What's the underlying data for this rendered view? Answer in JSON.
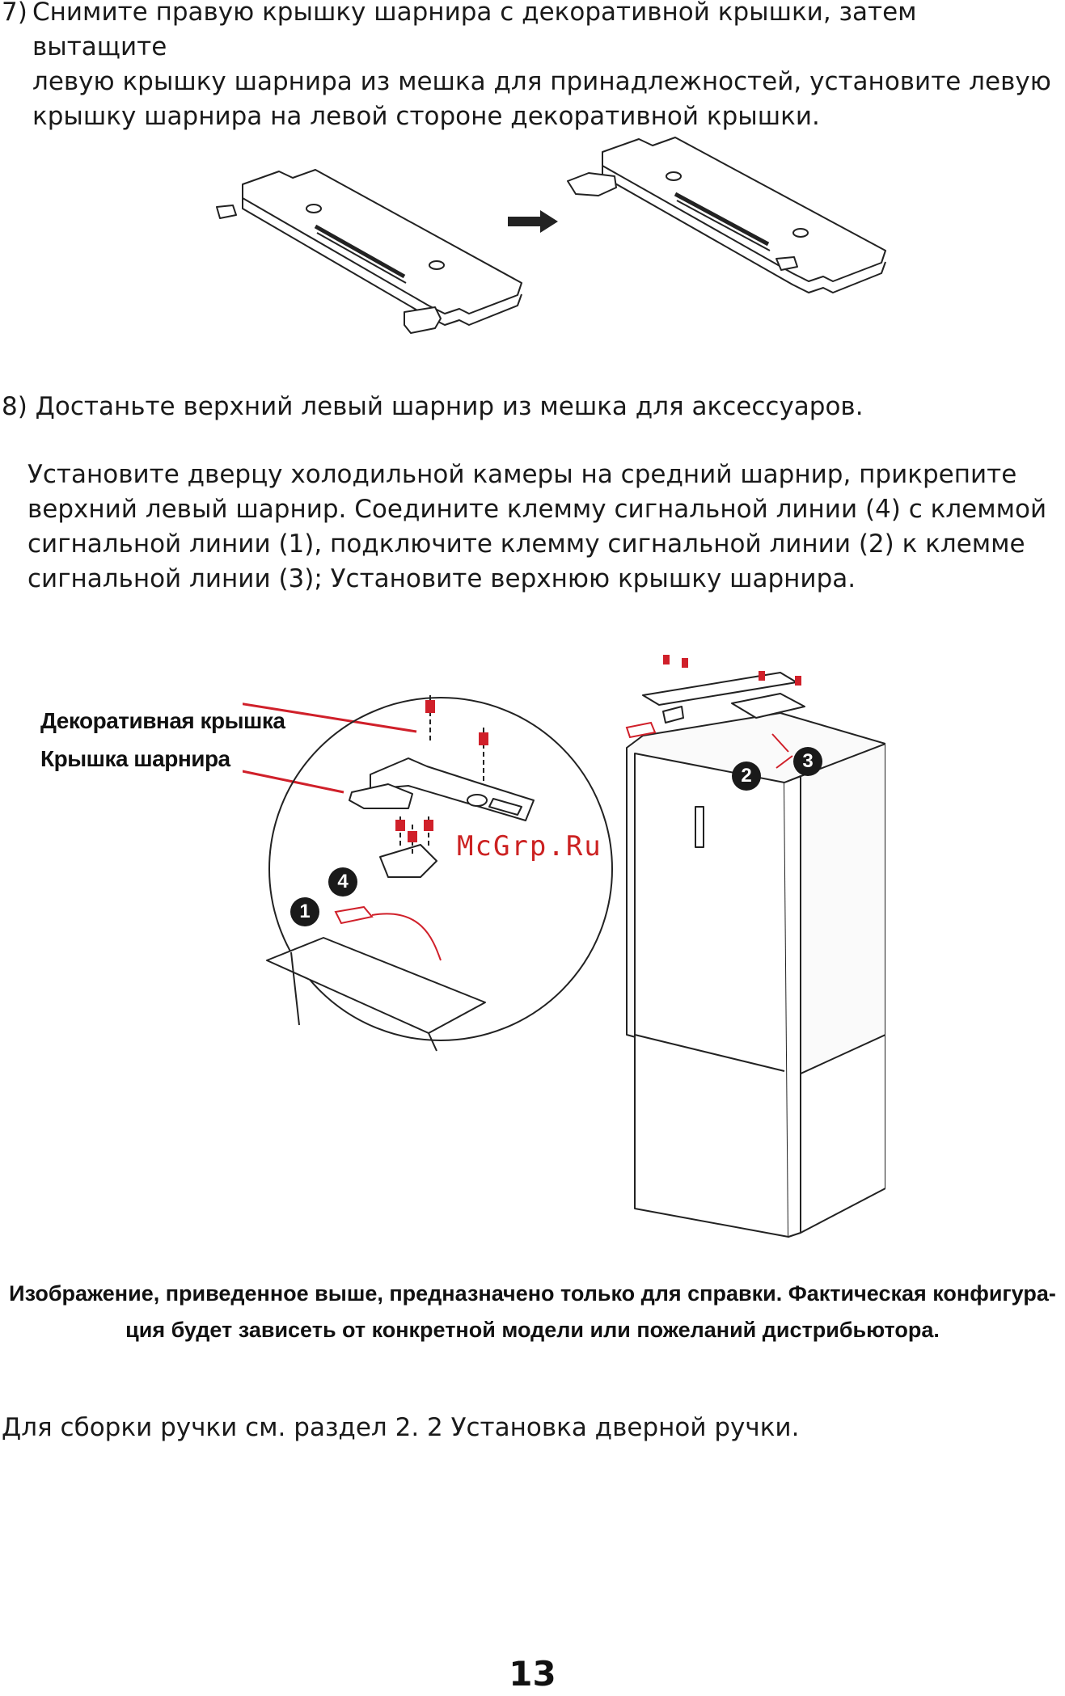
{
  "step7": {
    "number": "7)",
    "lines": [
      "Снимите правую крышку шарнира с декоративной крышки, затем вытащите",
      "левую крышку шарнира из мешка для принадлежностей, установите левую",
      "крышку шарнира на левой стороне декоративной крышки."
    ]
  },
  "step8": {
    "line": "8) Достаньте верхний левый шарнир из мешка для аксессуаров."
  },
  "paragraph": {
    "lines": [
      "Установите дверцу холодильной камеры на средний шарнир, прикрепите",
      "верхний левый шарнир. Соедините клемму сигнальной линии (4) с клеммой",
      "сигнальной линии (1), подключите клемму сигнальной линии (2) к клемме",
      "сигнальной линии (3); Установите верхнюю крышку шарнира."
    ]
  },
  "figure": {
    "label_decorative_cover": "Декоративная крышка",
    "label_hinge_cover": "Крышка шарнира",
    "badges": [
      "1",
      "2",
      "3",
      "4"
    ],
    "watermark": "McGrp.Ru",
    "accent_color": "#d0202a"
  },
  "note": {
    "lines": [
      "Изображение, приведенное выше, предназначено только для справки. Фактическая конфигура-",
      "ция будет зависеть от конкретной модели или пожеланий дистрибьютора."
    ]
  },
  "handle_note": "Для сборки ручки см. раздел 2. 2 Установка дверной ручки.",
  "page_number": "13"
}
